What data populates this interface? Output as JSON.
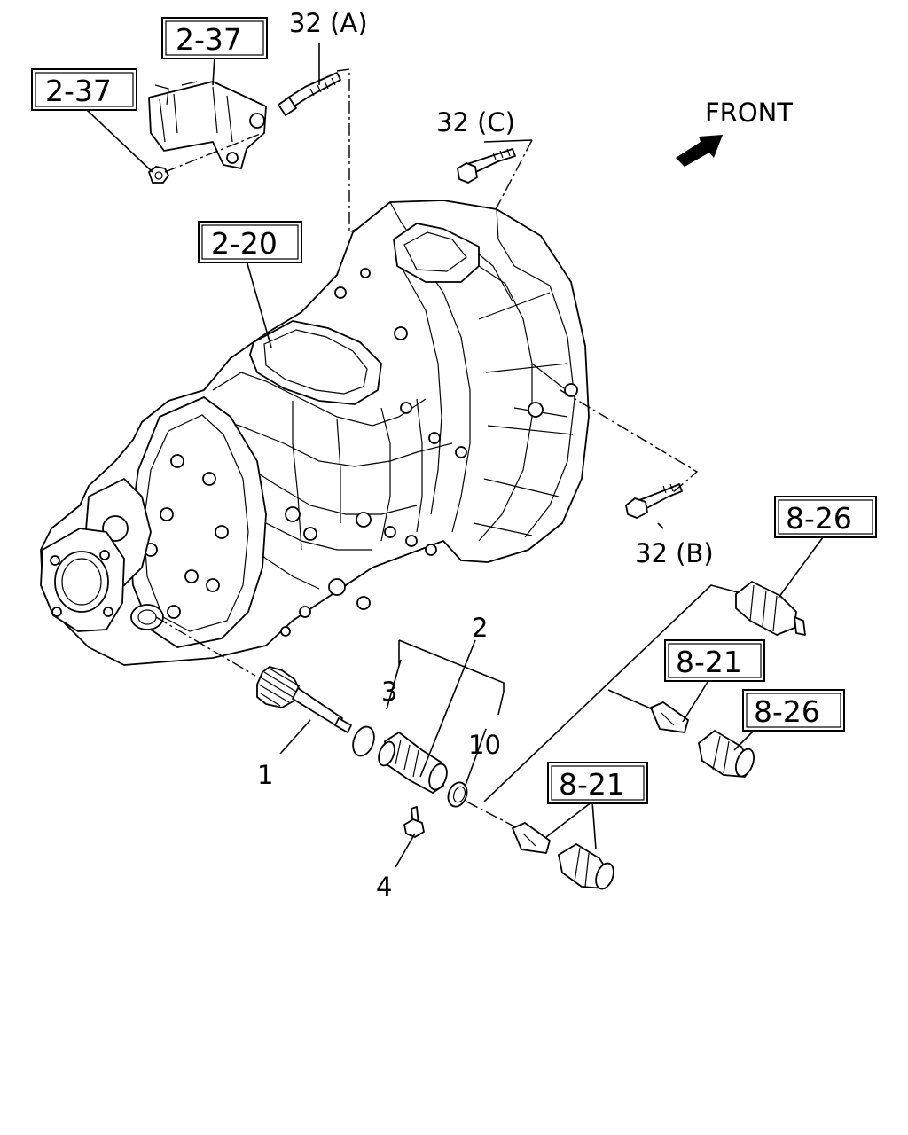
{
  "front_label": "FRONT",
  "refs": {
    "r237_top": "2-37",
    "r237_left": "2-37",
    "r220": "2-20",
    "r826_top": "8-26",
    "r821_mid": "8-21",
    "r826_mid": "8-26",
    "r821_bot": "8-21"
  },
  "callouts": {
    "c32a": "32 (A)",
    "c32c": "32 (C)",
    "c32b": "32 (B)",
    "c1": "1",
    "c2": "2",
    "c3": "3",
    "c4": "4",
    "c10": "10"
  }
}
